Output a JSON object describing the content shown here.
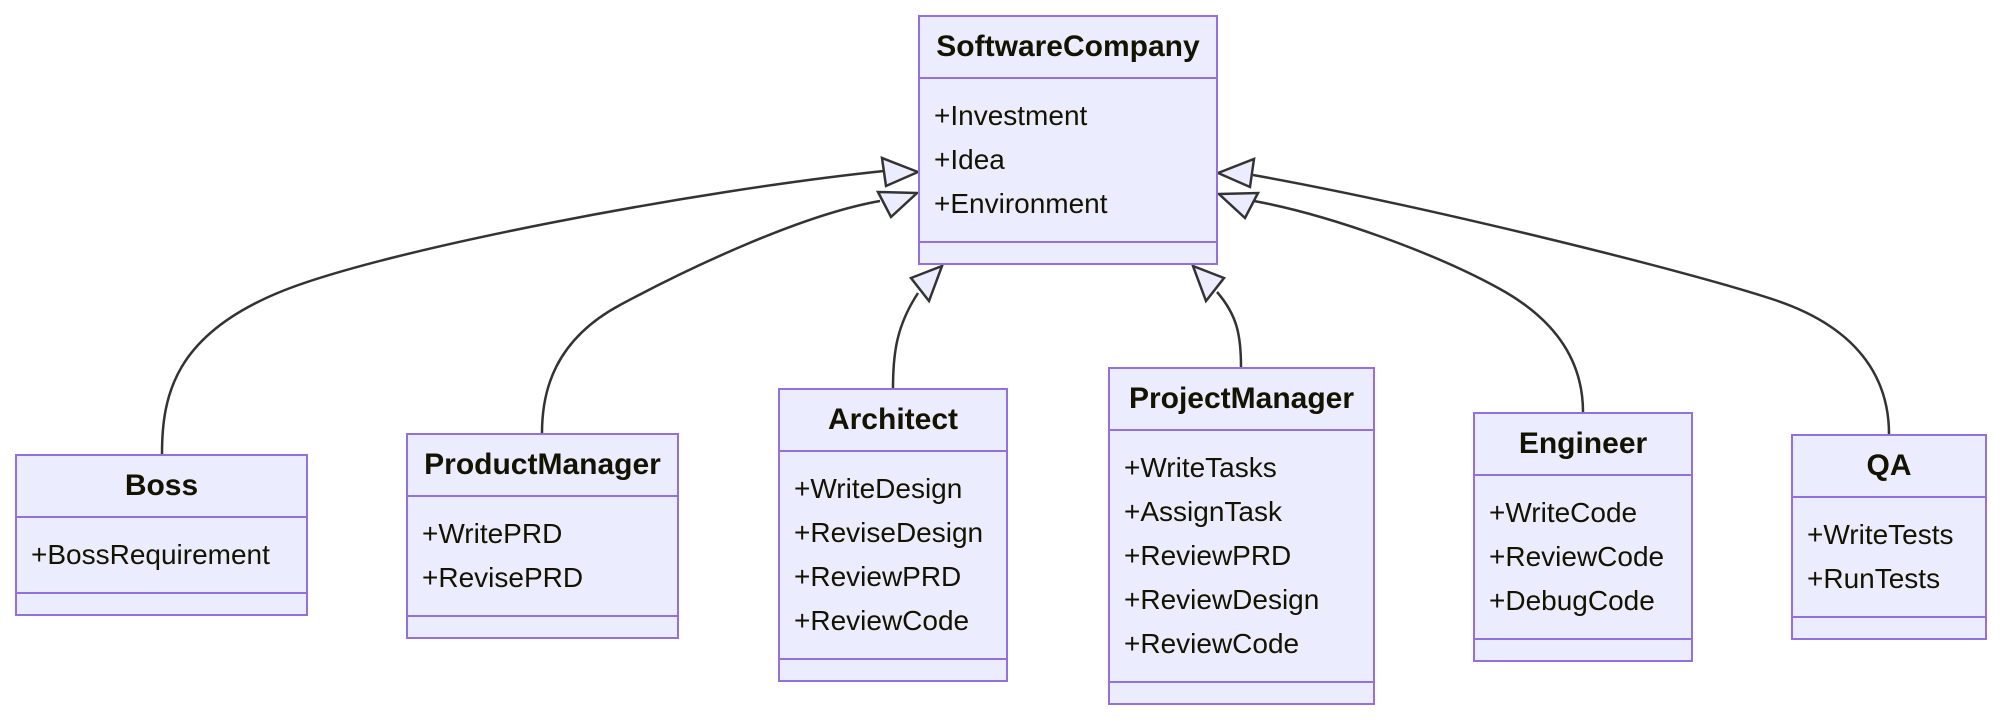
{
  "diagram": {
    "kind": "uml-class-diagram",
    "background_color": "#ffffff",
    "node_fill_color": "#ECECFF",
    "node_border_color": "#9370DB",
    "edge_color": "#333333",
    "text_color": "#131300",
    "classes": [
      {
        "name": "SoftwareCompany",
        "attributes": [
          "+Investment",
          "+Idea",
          "+Environment"
        ],
        "methods": []
      },
      {
        "name": "Boss",
        "attributes": [
          "+BossRequirement"
        ],
        "methods": []
      },
      {
        "name": "ProductManager",
        "attributes": [
          "+WritePRD",
          "+RevisePRD"
        ],
        "methods": []
      },
      {
        "name": "Architect",
        "attributes": [
          "+WriteDesign",
          "+ReviseDesign",
          "+ReviewPRD",
          "+ReviewCode"
        ],
        "methods": []
      },
      {
        "name": "ProjectManager",
        "attributes": [
          "+WriteTasks",
          "+AssignTask",
          "+ReviewPRD",
          "+ReviewDesign",
          "+ReviewCode"
        ],
        "methods": []
      },
      {
        "name": "Engineer",
        "attributes": [
          "+WriteCode",
          "+ReviewCode",
          "+DebugCode"
        ],
        "methods": []
      },
      {
        "name": "QA",
        "attributes": [
          "+WriteTests",
          "+RunTests"
        ],
        "methods": []
      }
    ],
    "relations": [
      {
        "child": "Boss",
        "parent": "SoftwareCompany",
        "type": "inheritance"
      },
      {
        "child": "ProductManager",
        "parent": "SoftwareCompany",
        "type": "inheritance"
      },
      {
        "child": "Architect",
        "parent": "SoftwareCompany",
        "type": "inheritance"
      },
      {
        "child": "ProjectManager",
        "parent": "SoftwareCompany",
        "type": "inheritance"
      },
      {
        "child": "Engineer",
        "parent": "SoftwareCompany",
        "type": "inheritance"
      },
      {
        "child": "QA",
        "parent": "SoftwareCompany",
        "type": "inheritance"
      }
    ]
  }
}
